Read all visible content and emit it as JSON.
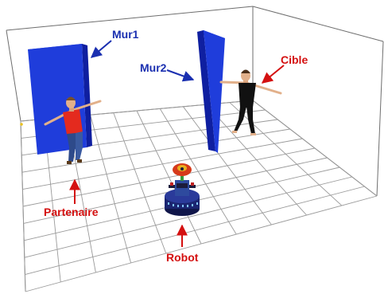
{
  "labels": {
    "mur1": "Mur1",
    "mur2": "Mur2",
    "cible": "Cible",
    "partenaire": "Partenaire",
    "robot": "Robot"
  },
  "colors": {
    "wall": "#1f3ddb",
    "wall_dark": "#0f1fa0",
    "blue_label": "#1a2fb0",
    "red_label": "#d41010",
    "grid": "#9a9a9a",
    "room_edge": "#6e6e6e",
    "partner_shirt": "#e42a1e",
    "target_shirt": "#111111",
    "robot_body": "#2a3a9a",
    "robot_head": "#d63a1a"
  }
}
